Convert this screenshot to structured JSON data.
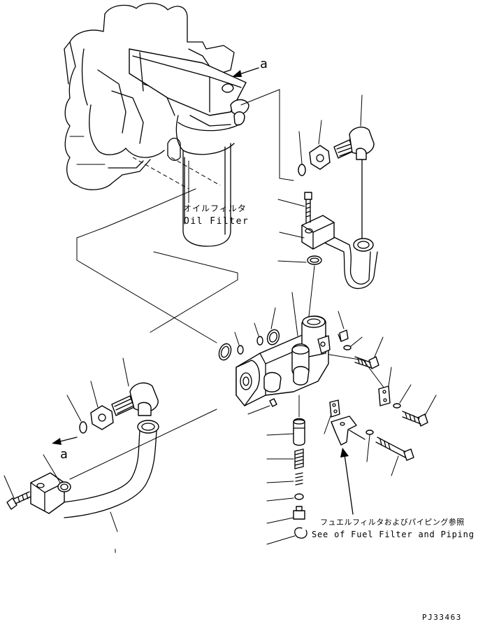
{
  "labels": {
    "ref_a_top": "a",
    "ref_a_bottom": "a",
    "oil_filter_jp": "オイルフィルタ",
    "oil_filter_en": "Oil Filter",
    "fuel_filter_jp": "フュエルフィルタおよびパイピング参照",
    "fuel_filter_en": "See of Fuel Filter and Piping",
    "drawing_code": "PJ33463"
  }
}
